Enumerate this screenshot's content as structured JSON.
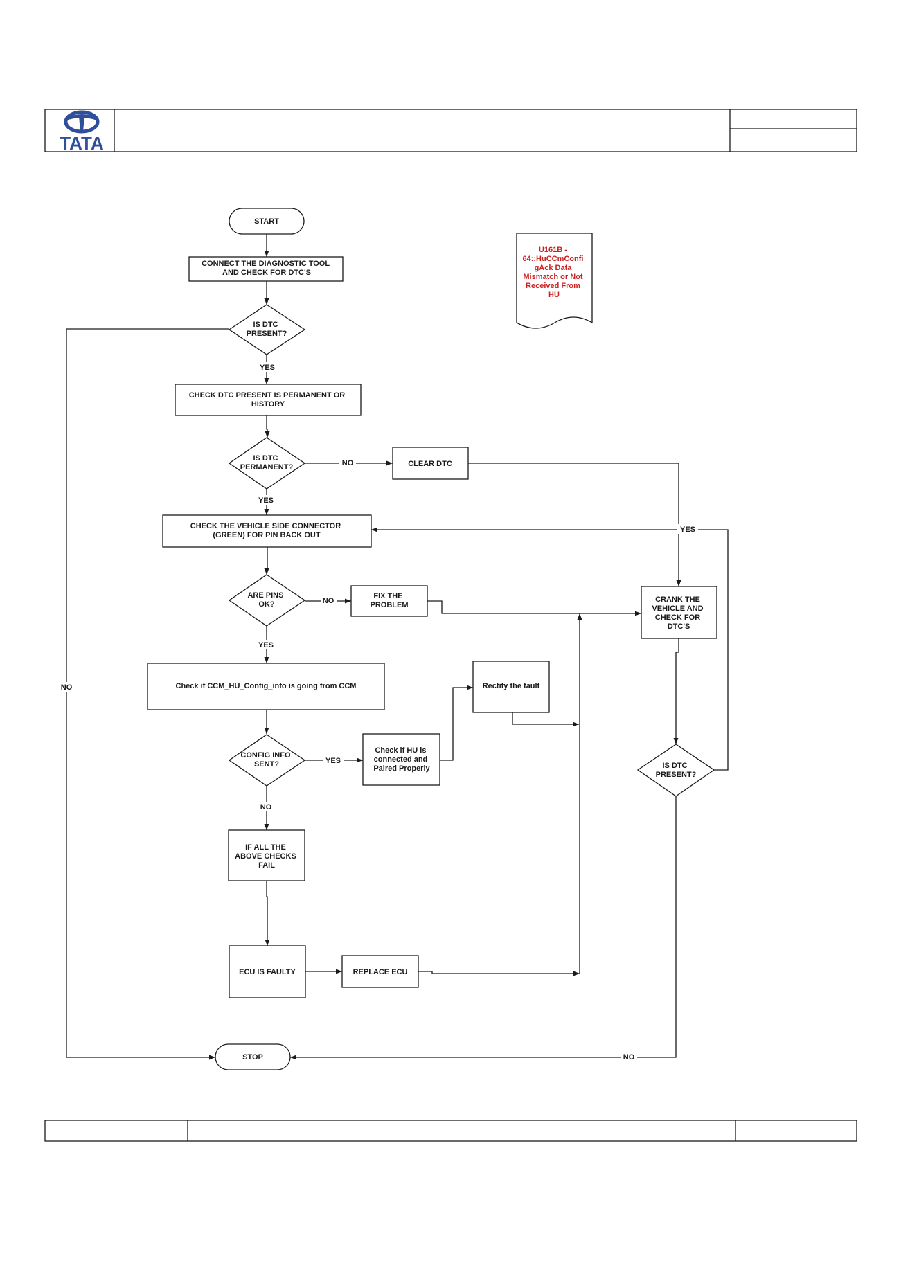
{
  "logo": {
    "text": "TATA",
    "color": "#2f4f9a"
  },
  "nodes": {
    "start": [
      "START"
    ],
    "connect": [
      "CONNECT THE DIAGNOSTIC TOOL",
      "AND CHECK FOR  DTC'S"
    ],
    "is_dtc_present_1": [
      "IS  DTC",
      "PRESENT?"
    ],
    "check_permanent": [
      "CHECK DTC  PRESENT IS PERMANENT OR",
      "HISTORY"
    ],
    "is_dtc_permanent": [
      "IS  DTC",
      "PERMANENT?"
    ],
    "clear_dtc": [
      "CLEAR DTC"
    ],
    "check_connector": [
      "CHECK THE VEHICLE  SIDE CONNECTOR",
      "(GREEN) FOR PIN BACK OUT"
    ],
    "are_pins_ok": [
      "ARE PINS",
      "OK?"
    ],
    "fix_problem": [
      "FIX THE",
      "PROBLEM"
    ],
    "crank": [
      "CRANK THE",
      "VEHICLE AND",
      "CHECK FOR",
      "DTC'S"
    ],
    "check_config": [
      "Check if CCM_HU_Config_info is going from CCM"
    ],
    "rectify": [
      "Rectify the fault"
    ],
    "config_sent": [
      "CONFIG INFO",
      "SENT?"
    ],
    "check_hu": [
      "Check if HU is",
      "connected and",
      "Paired Properly"
    ],
    "is_dtc_present_2": [
      "IS  DTC",
      "PRESENT?"
    ],
    "all_checks_fail": [
      "IF ALL THE",
      "ABOVE CHECKS",
      "FAIL"
    ],
    "ecu_faulty": [
      "ECU IS FAULTY"
    ],
    "replace_ecu": [
      "REPLACE ECU"
    ],
    "stop": [
      "STOP"
    ]
  },
  "edge_labels": {
    "present_yes": "YES",
    "permanent_no": "NO",
    "permanent_yes": "YES",
    "loop_yes": "YES",
    "pins_no": "NO",
    "pins_yes": "YES",
    "left_no": "NO",
    "config_yes": "YES",
    "config_no": "NO",
    "bottom_no": "NO"
  },
  "dtc_note": {
    "lines": [
      "U161B -",
      "64::HuCCmConfi",
      "gAck Data",
      "Mismatch or Not",
      "Received From",
      "HU"
    ],
    "color": "#cc1f1f"
  }
}
